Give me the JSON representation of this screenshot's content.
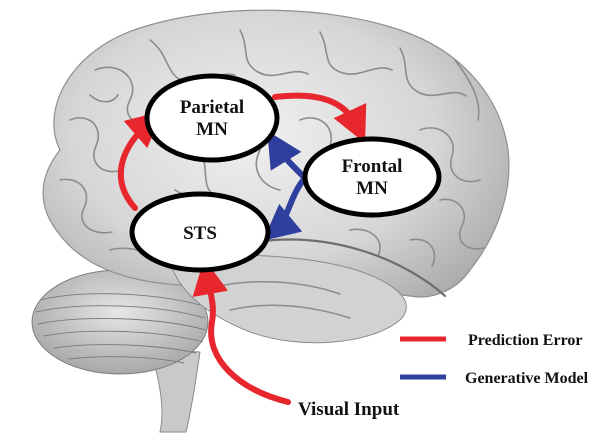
{
  "nodes": {
    "parietal": {
      "line1": "Parietal",
      "line2": "MN"
    },
    "frontal": {
      "line1": "Frontal",
      "line2": "MN"
    },
    "sts": {
      "label": "STS"
    }
  },
  "input_label": "Visual Input",
  "legend": {
    "prediction_error": {
      "label": "Prediction Error",
      "color": "#e8262d"
    },
    "generative_model": {
      "label": "Generative Model",
      "color": "#2e3f9e"
    }
  },
  "colors": {
    "brain_fill": "#d9d9d9",
    "brain_shade": "#b8b8b8",
    "sulcus": "#8c8c8c",
    "node_stroke": "#000000"
  }
}
